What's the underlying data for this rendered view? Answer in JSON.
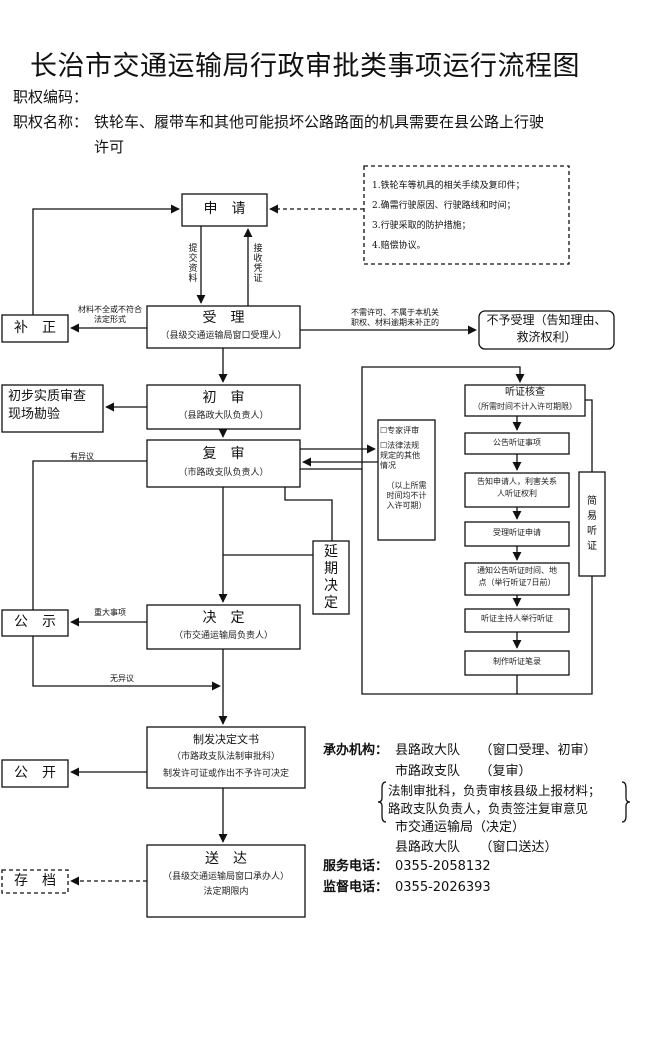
{
  "title": "长治市交通运输局行政审批类事项运行流程图",
  "meta": {
    "code_label": "职权编码：",
    "name_label": "职权名称：",
    "name_line1": "铁轮车、履带车和其他可能损坏公路路面的机具需要在县公路上行驶",
    "name_line2": "许可"
  },
  "notes": [
    "1.铁轮车等机具的相关手续及复印件；",
    "2.确需行驶原因、行驶路线和时间；",
    "3.行驶采取的防护措施；",
    "4.赔偿协议。"
  ],
  "nodes": {
    "apply": "申　请",
    "accept": "受　理",
    "accept_sub": "（县级交通运输局窗口受理人）",
    "buzheng": "补　正",
    "reject_line1": "不予受理（告知理由、",
    "reject_line2": "救济权利）",
    "first_review": "初　审",
    "first_review_sub": "（县路政大队负责人）",
    "field_check_line1": "初步实质审查",
    "field_check_line2": "现场勘验",
    "second_review": "复　审",
    "second_review_sub": "（市路政支队负责人）",
    "extend": "延期决定",
    "decide": "决　定",
    "decide_sub": "（市交通运输局负责人）",
    "publicize": "公　示",
    "doc_line1": "制发决定文书",
    "doc_line2": "（市路政支队法制审批科）",
    "doc_line3": "制发许可证或作出不予许可决定",
    "open": "公　开",
    "deliver": "送　达",
    "deliver_sub1": "（县级交通运输局窗口承办人）",
    "deliver_sub2": "法定期限内",
    "archive": "存　档",
    "expert_line1": "☐专家评审",
    "expert_line2": "☐法律法规",
    "expert_line3": "规定的其他",
    "expert_line4": "情况",
    "expert_line5": "（以上所需",
    "expert_line6": "时间均不计",
    "expert_line7": "入许可期）",
    "hearing_title": "听证核查",
    "hearing_sub": "（所需时间不计入许可期限）",
    "hearing_steps": {
      "s1": "公告听证事项",
      "s2a": "告知申请人，利害关系",
      "s2b": "人听证权利",
      "s3": "受理听证申请",
      "s4a": "通知公告听证时间、地",
      "s4b": "点（举行听证7日前）",
      "s5": "听证主持人举行听证",
      "s6": "制作听证笔录"
    },
    "simple": "简易听证"
  },
  "edge_labels": {
    "submit": "提交资料",
    "receipt": "接收凭证",
    "incomplete_line1": "材料不全或不符合",
    "incomplete_line2": "法定形式",
    "no_need_line1": "不需许可、不属于本机关",
    "no_need_line2": "职权、材料逾期未补正的",
    "objection": "有异议",
    "major": "重大事项",
    "no_objection": "无异议"
  },
  "info": {
    "org_label": "承办机构：",
    "org1": "县路政大队　　（窗口受理、初审）",
    "org2": "市路政支队　　（复审）",
    "org3a": "法制审批科，负责审核县级上报材料；",
    "org3b": "路政支队负责人，负责签注复审意见",
    "org4": "市交通运输局（决定）",
    "org5": "县路政大队　　（窗口送达）",
    "phone_label": "服务电话：",
    "phone": "0355-2058132",
    "supervise_label": "监督电话：",
    "supervise": "0355-2026393"
  }
}
